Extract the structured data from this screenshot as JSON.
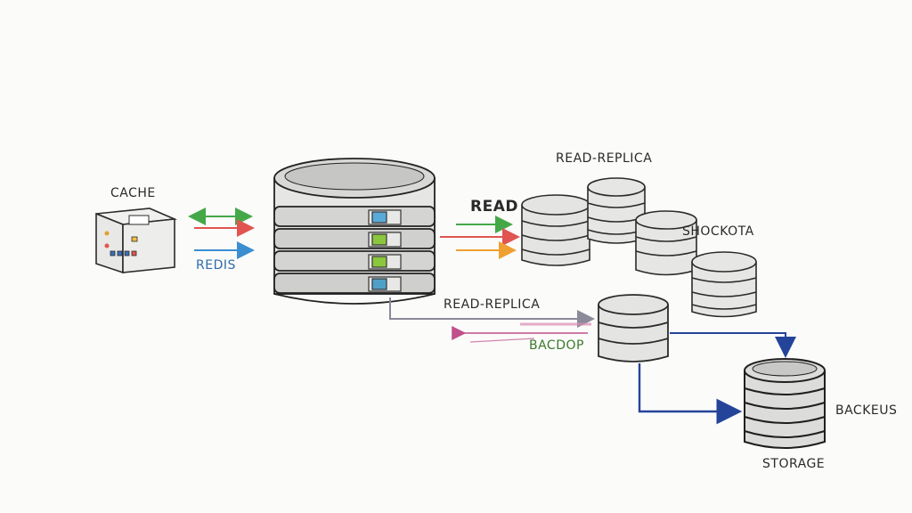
{
  "labels": {
    "cache": "CACHE",
    "redis": "REDIS",
    "read": "READ",
    "read_replica_top": "READ-REPLICA",
    "shards": "SHOCKOTA",
    "read_replica_mid": "READ-REPLICA",
    "backup": "BACDOP",
    "backups": "BACKEUS",
    "storage": "STORAGE"
  },
  "colors": {
    "ink": "#2b2b2b",
    "redis_text": "#2f6ea8",
    "backup_text": "#3c7a2c",
    "arrow_green": "#45a848",
    "arrow_red": "#e0554f",
    "arrow_blue": "#3b8ed0",
    "arrow_orange": "#f0a030",
    "arrow_pink": "#c0508a",
    "arrow_navy": "#24449a",
    "drive_blue": "#5aaad8",
    "drive_green": "#8cc63e",
    "drive_teal": "#4fa0c8"
  }
}
